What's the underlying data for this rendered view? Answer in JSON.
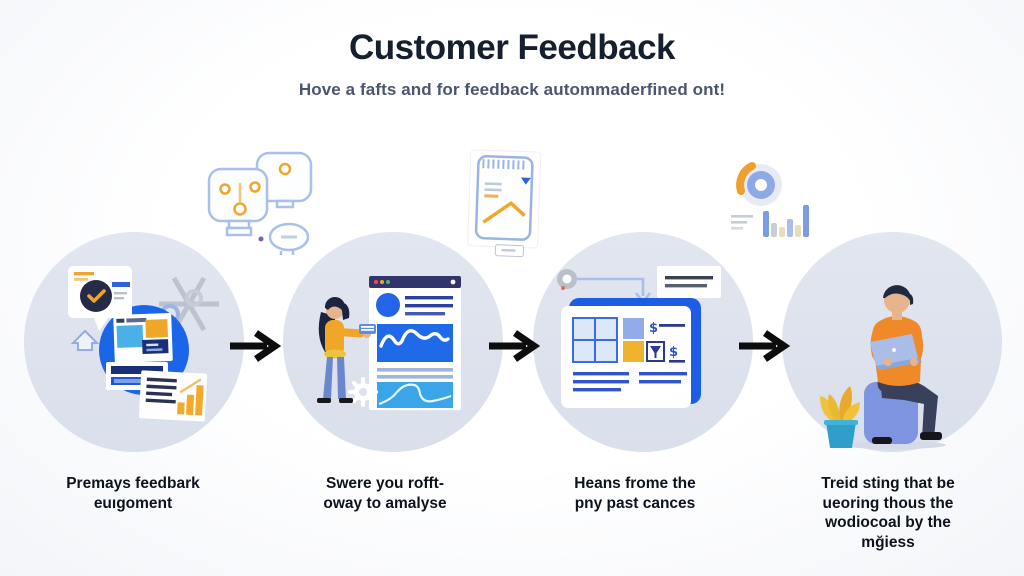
{
  "header": {
    "title": "Customer Feedback",
    "subtitle": "Hove a fafts and for feedback autommaderfined ont!"
  },
  "steps": [
    {
      "caption": "Premays feedbark\neuıgoment",
      "illustration": "feedback-message-and-reports"
    },
    {
      "caption": "Swere you rofft-\noway to amalyse",
      "illustration": "analyst-with-dashboard"
    },
    {
      "caption": "Heans frome the\npny past cances",
      "illustration": "data-card-with-funnel-and-grid"
    },
    {
      "caption": "Treid sting that be\nueoring thous the\nwodiocoal by the\nmğiess",
      "illustration": "person-on-stool-with-laptop"
    }
  ],
  "decorations": [
    {
      "name": "idea-lightbulbs-sketch"
    },
    {
      "name": "report-document-sketch"
    },
    {
      "name": "donut-and-bar-chart-sketch"
    }
  ],
  "colors": {
    "title_text": "#161f2d",
    "subtitle_text": "#4b566e",
    "caption_text": "#0d131d",
    "circle_fill": "#dde2ec",
    "accent_blue": "#1b66e8",
    "light_blue": "#3aa5e8",
    "accent_orange": "#f0a626",
    "accent_yellow": "#f0b32e",
    "navy": "#252b47",
    "arrow_black": "#0d0d0d",
    "periwinkle": "#8097e0",
    "teal_pot": "#2f9fc9"
  }
}
